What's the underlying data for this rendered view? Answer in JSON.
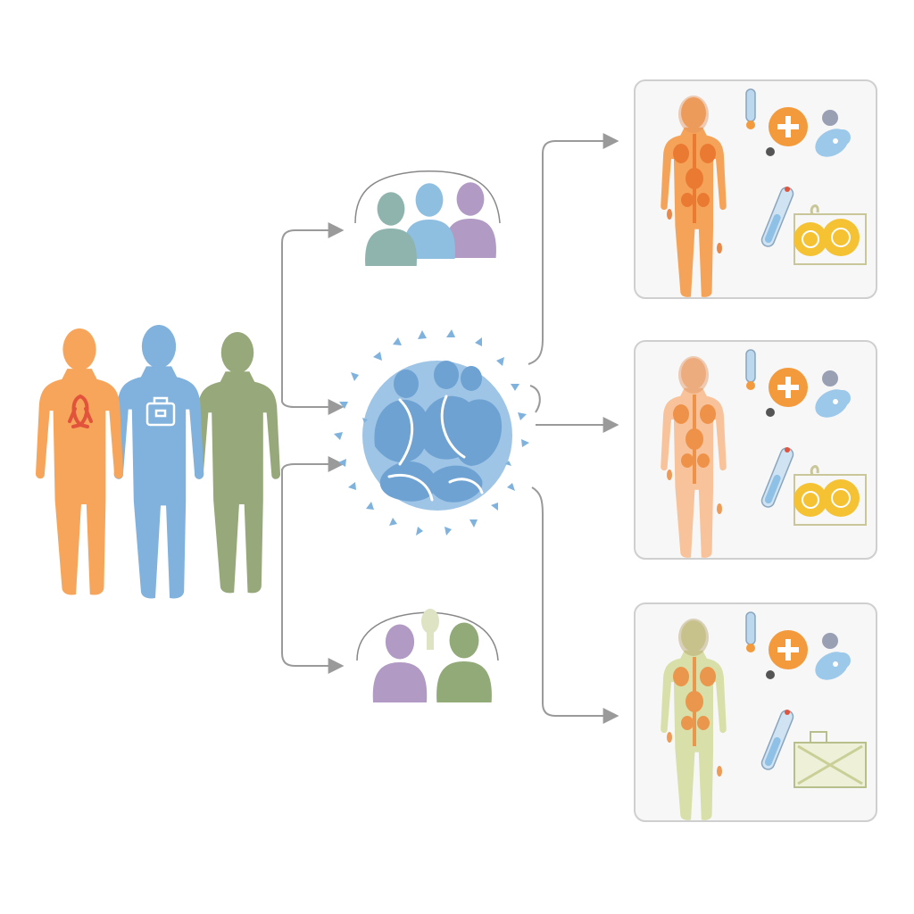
{
  "colors": {
    "orange": "#f7a55a",
    "blue": "#7fb2dd",
    "green": "#97a97a",
    "purple": "#b19ac4",
    "teal": "#8fb3ad",
    "olive": "#92a978",
    "arrow": "#9a9a9a",
    "panel_border": "#cfcfcf",
    "panel_fill": "#f7f7f7",
    "ribbon": "#e2533c",
    "pill_orange": "#f39a3d",
    "thermo": "#9cc4e6",
    "coin": "#f4c233"
  },
  "icons": {
    "source_group": "three-people-icon",
    "ribbon": "awareness-ribbon-icon",
    "bag": "medical-bag-icon",
    "cluster": "cell-cluster-icon",
    "group_top": "three-people-icon",
    "group_bottom": "two-people-icon",
    "body": "human-body-icon",
    "plus": "plus-badge-icon",
    "thermometer": "thermometer-icon",
    "vial": "vial-icon",
    "bandage": "bandage-icon",
    "coins": "coins-icon",
    "kit": "medical-kit-icon"
  },
  "panels": [
    {
      "id": "top",
      "body_color": "#f6a35a",
      "organ_color": "#e8742c"
    },
    {
      "id": "middle",
      "body_color": "#f8c29a",
      "organ_color": "#ee8a3c"
    },
    {
      "id": "bottom",
      "body_color": "#d8dfa8",
      "organ_color": "#ee8a3c"
    }
  ]
}
